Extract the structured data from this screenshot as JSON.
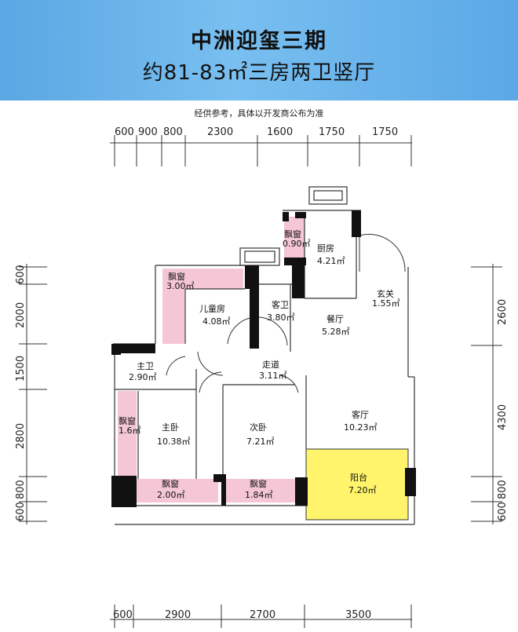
{
  "header": {
    "title": "中洲迎玺三期",
    "subtitle": "约81-83㎡三房两卫竖厅"
  },
  "note": "经供参考，具体以开发商公布为准",
  "dimensions": {
    "top": [
      "600",
      "900",
      "800",
      "2300",
      "1600",
      "1750",
      "1750"
    ],
    "bottom": [
      "600",
      "2900",
      "2700",
      "3500"
    ],
    "left": [
      "600",
      "2000",
      "1500",
      "2800",
      "800",
      "600"
    ],
    "right": [
      "2600",
      "4300",
      "800",
      "600"
    ]
  },
  "rooms": {
    "bay_kitchen": {
      "name": "飘窗",
      "area": "0.90㎡"
    },
    "kitchen": {
      "name": "厨房",
      "area": "4.21㎡"
    },
    "bay_kids": {
      "name": "飘窗",
      "area": "3.00㎡"
    },
    "kids": {
      "name": "儿童房",
      "area": "4.08㎡"
    },
    "guest_bath": {
      "name": "客卫",
      "area": "3.80㎡"
    },
    "dining": {
      "name": "餐厅",
      "area": "5.28㎡"
    },
    "foyer": {
      "name": "玄关",
      "area": "1.55㎡"
    },
    "master_bath": {
      "name": "主卫",
      "area": "2.90㎡"
    },
    "corridor": {
      "name": "走道",
      "area": "3.11㎡"
    },
    "bay_side": {
      "name": "飘窗",
      "area": "1.6㎡"
    },
    "master": {
      "name": "主卧",
      "area": "10.38㎡"
    },
    "second": {
      "name": "次卧",
      "area": "7.21㎡"
    },
    "living": {
      "name": "客厅",
      "area": "10.23㎡"
    },
    "balcony": {
      "name": "阳台",
      "area": "7.20㎡"
    },
    "bay_master": {
      "name": "飘窗",
      "area": "2.00㎡"
    },
    "bay_second": {
      "name": "飘窗",
      "area": "1.84㎡"
    }
  },
  "colors": {
    "wall": "#111111",
    "bay_window": "#f4c6d6",
    "balcony": "#fff46b",
    "banner": "#6fb6ee"
  }
}
